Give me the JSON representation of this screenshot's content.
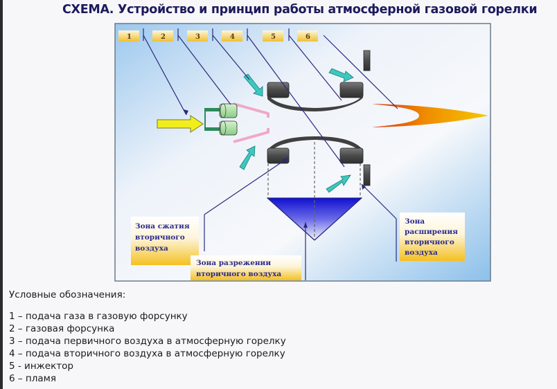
{
  "title": "СХЕМА. Устройство и принцип работы атмосферной газовой горелки",
  "diagram": {
    "number_tags": [
      "1",
      "2",
      "3",
      "4",
      "5",
      "6"
    ],
    "zones": {
      "compression": [
        "Зона сжатия",
        "вторичного",
        "воздуха"
      ],
      "rarefaction": [
        "Зона разрежении",
        "вторичного воздуха"
      ],
      "expansion": [
        "Зона",
        "расширения",
        "вторичного",
        "воздуха"
      ]
    },
    "colors": {
      "gas_arrow": "#f2ee1e",
      "nozzle": "#a8dca0",
      "nozzle_body": "#2e8a5a",
      "injector_cone": "#f0a8c8",
      "air_arrow": "#3cc8c0",
      "burner_body": "#555555",
      "flame_inner": "#e0400a",
      "flame_outer": "#f5c000",
      "rarefaction_zone": "#1a1ad8",
      "leader_line": "#2a2a7a"
    }
  },
  "legend": {
    "title": "Условные обозначения:",
    "items": [
      "1 – подача газа в газовую форсунку",
      "2 – газовая форсунка",
      "3 – подача первичного воздуха в атмосферную горелку",
      "4 – подача вторичного воздуха в атмосферную горелку",
      "5 - инжектор",
      "6 – пламя"
    ]
  }
}
